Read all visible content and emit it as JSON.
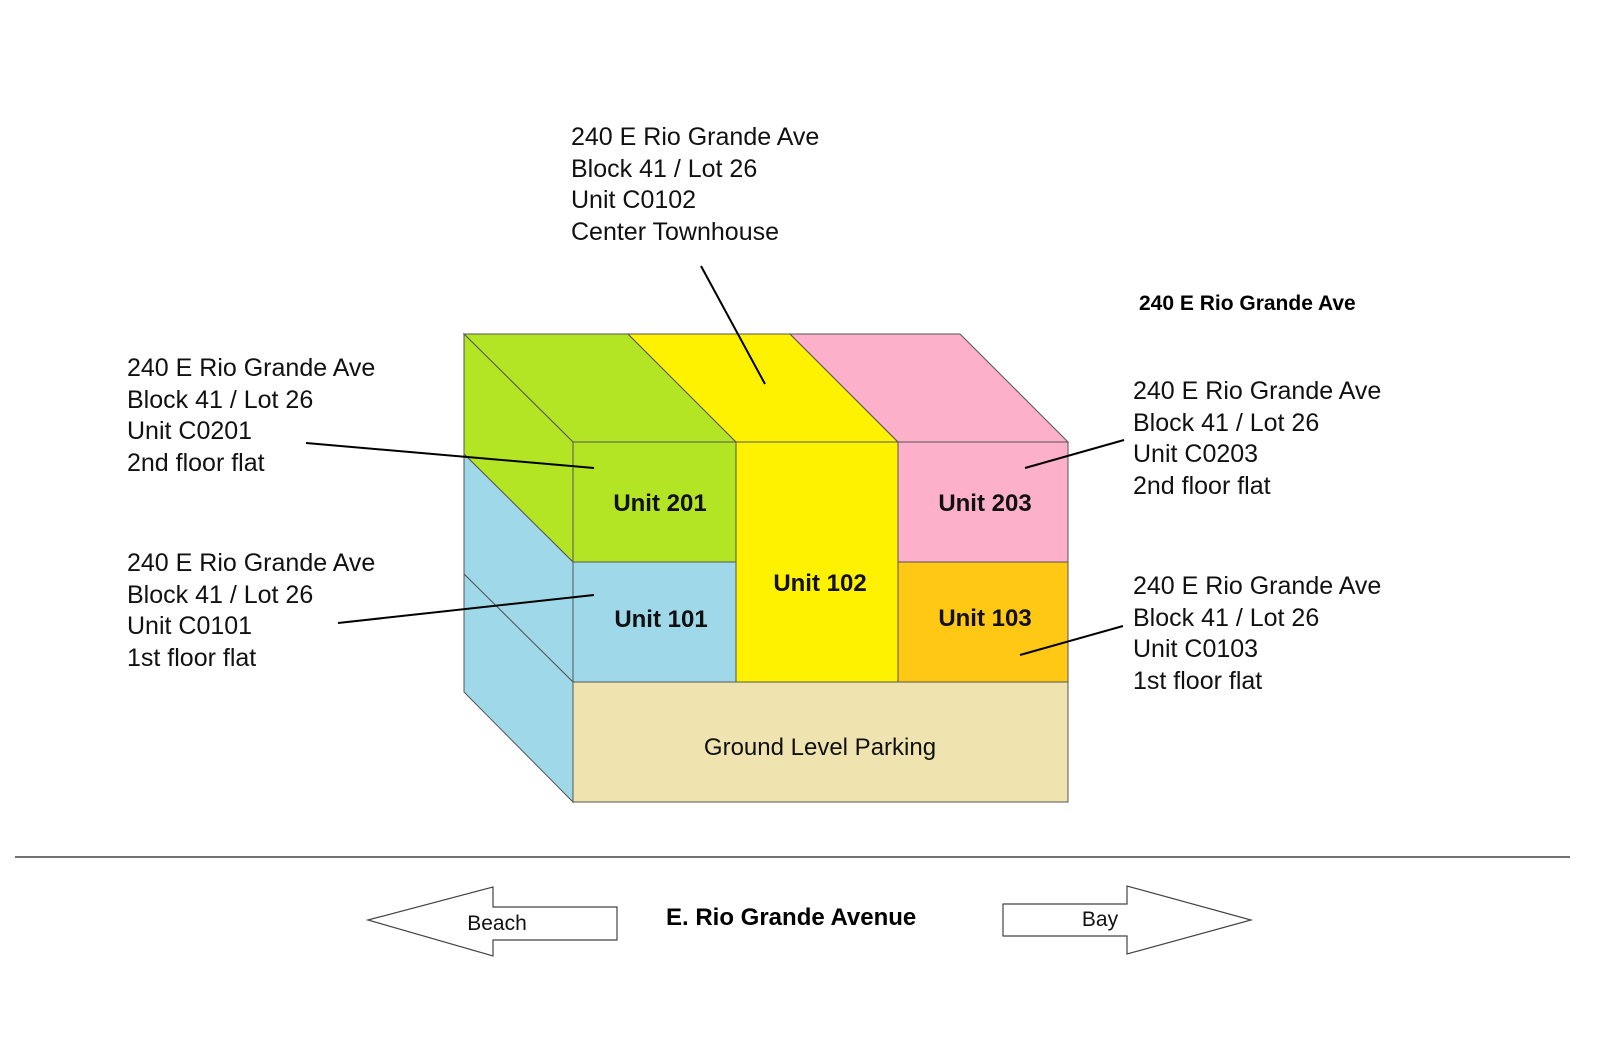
{
  "building_title": "240 E Rio Grande Ave",
  "street_name": "E. Rio Grande Avenue",
  "colors": {
    "unit_201": "#b3e524",
    "unit_102": "#fff200",
    "unit_203": "#fdb0c9",
    "unit_101": "#9fd8e8",
    "unit_103": "#ffc814",
    "parking": "#efe4b0"
  },
  "units": {
    "u201": "Unit 201",
    "u101": "Unit 101",
    "u102": "Unit 102",
    "u203": "Unit 203",
    "u103": "Unit 103",
    "parking": "Ground Level Parking"
  },
  "callouts": {
    "center": {
      "lines": [
        "240 E Rio Grande Ave",
        "Block 41 / Lot 26",
        "Unit C0102",
        "Center Townhouse"
      ]
    },
    "c0201": {
      "lines": [
        "240 E Rio Grande Ave",
        "Block 41 / Lot 26",
        "Unit C0201",
        "2nd floor flat"
      ]
    },
    "c0101": {
      "lines": [
        "240 E Rio Grande Ave",
        "Block 41 / Lot 26",
        "Unit C0101",
        "1st floor flat"
      ]
    },
    "c0203": {
      "lines": [
        "240 E Rio Grande Ave",
        "Block 41 / Lot 26",
        "Unit C0203",
        "2nd floor flat"
      ]
    },
    "c0103": {
      "lines": [
        "240 E Rio Grande Ave",
        "Block 41 / Lot 26",
        "Unit C0103",
        "1st floor flat"
      ]
    }
  },
  "arrows": {
    "left": "Beach",
    "right": "Bay"
  }
}
